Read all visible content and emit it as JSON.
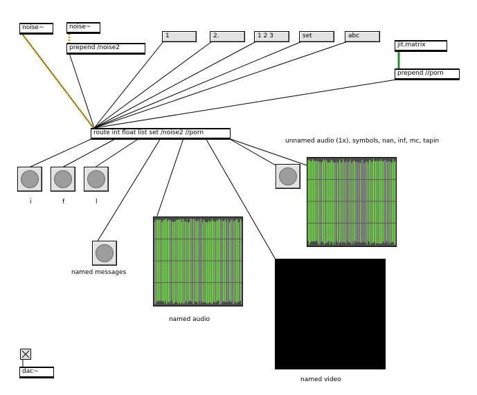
{
  "objects": {
    "noise1": "noise~",
    "noise2": "noise~",
    "prepend_noise2": "prepend /noise2",
    "jit_matrix": "jit.matrix",
    "prepend_porn": "prepend //porn",
    "route": "route int float list set /noise2 //porn",
    "dac": "dac~"
  },
  "messages": {
    "m1": "1",
    "m2": "2.",
    "m3": "1 2 3",
    "m4": "set",
    "m5": "abc"
  },
  "labels": {
    "i": "i",
    "f": "f",
    "l": "l",
    "named_messages": "named messages",
    "named_audio": "named audio",
    "unnamed_audio": "unnamed audio (1x), symbols, nan, inf, mc, tapin",
    "named_video": "named video"
  },
  "colors": {
    "scope_green": "#7cf54a",
    "scope_bg": "#4a4a4a",
    "video_bg": "#000000",
    "audio_patchcord": "#c8a000",
    "matrix_patchcord": "#2e8b3a"
  },
  "icons": {
    "toggle": "x-toggle-icon",
    "bang": "bang-circle-icon"
  }
}
